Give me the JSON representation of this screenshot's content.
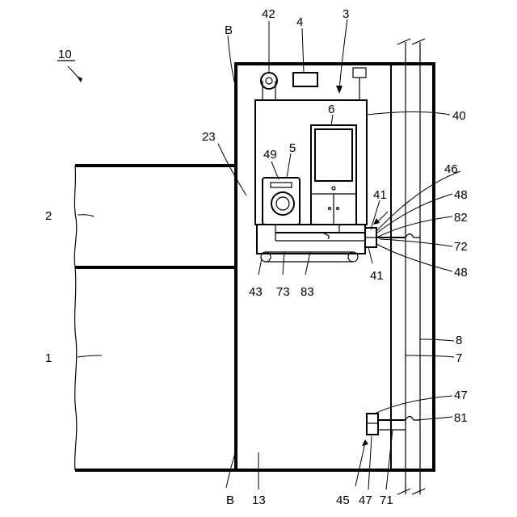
{
  "figure_ref": "10",
  "labels": {
    "l_42": "42",
    "l_4": "4",
    "l_3": "3",
    "l_B_top": "B",
    "l_40": "40",
    "l_6": "6",
    "l_23": "23",
    "l_49": "49",
    "l_5": "5",
    "l_46": "46",
    "l_41_top": "41",
    "l_48_top": "48",
    "l_82": "82",
    "l_72": "72",
    "l_48_bot": "48",
    "l_41_bot": "41",
    "l_2": "2",
    "l_43": "43",
    "l_73": "73",
    "l_83": "83",
    "l_8": "8",
    "l_7": "7",
    "l_1": "1",
    "l_47_right": "47",
    "l_81": "81",
    "l_B_bot": "B",
    "l_13": "13",
    "l_45": "45",
    "l_47_bot": "47",
    "l_71": "71"
  }
}
